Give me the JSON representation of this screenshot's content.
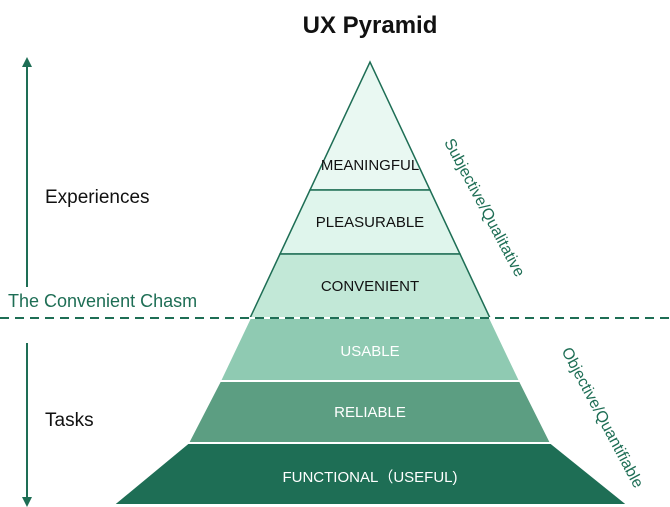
{
  "title": "UX Pyramid",
  "side_labels": {
    "top": "Experiences",
    "bottom": "Tasks"
  },
  "chasm_label": "The Convenient Chasm",
  "edge_labels": {
    "upper": "Subjective/Qualitative",
    "lower": "Objective/Quantifiable"
  },
  "levels": [
    {
      "label": "MEANINGFUL",
      "fill": "#e9f8f2",
      "text_color": "#111111"
    },
    {
      "label": "PLEASURABLE",
      "fill": "#dff5ec",
      "text_color": "#111111"
    },
    {
      "label": "CONVENIENT",
      "fill": "#c2e8d7",
      "text_color": "#111111"
    },
    {
      "label": "USABLE",
      "fill": "#8fcab2",
      "text_color": "#ffffff"
    },
    {
      "label": "RELIABLE",
      "fill": "#5c9e82",
      "text_color": "#ffffff"
    },
    {
      "label": "FUNCTIONAL（USEFUL)",
      "fill": "#1e6e55",
      "text_color": "#ffffff"
    }
  ],
  "colors": {
    "accent": "#1e6e55",
    "outline": "#1e6e55",
    "pyramid_peak": "#ffffff"
  }
}
